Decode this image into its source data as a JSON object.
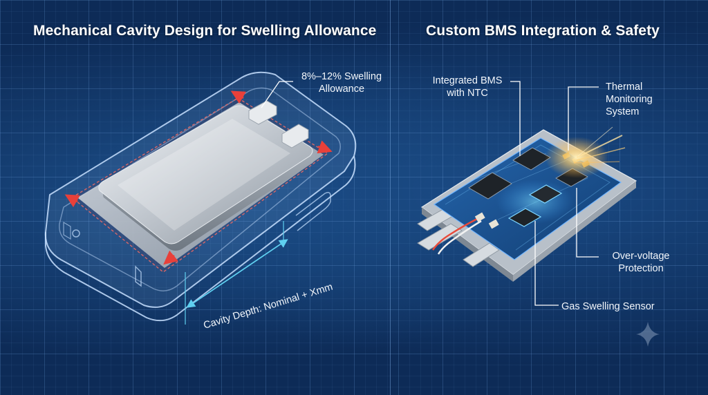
{
  "left_panel": {
    "title": "Mechanical Cavity Design for Swelling Allowance",
    "swelling_label_line1": "8%–12% Swelling",
    "swelling_label_line2": "Allowance",
    "cavity_depth_label": "Cavity Depth: Nominal + Xmm"
  },
  "right_panel": {
    "title": "Custom BMS Integration & Safety",
    "bms_label_line1": "Integrated BMS",
    "bms_label_line2": "with NTC",
    "thermal_label_line1": "Thermal",
    "thermal_label_line2": "Monitoring",
    "thermal_label_line3": "System",
    "overvoltage_label_line1": "Over-voltage",
    "overvoltage_label_line2": "Protection",
    "gas_label": "Gas Swelling Sensor"
  },
  "colors": {
    "background": "#0d2b57",
    "grid": "#6ea0dc",
    "arrow_red": "#e8403a",
    "dimension_cyan": "#5fd0f0",
    "pcb_blue": "#1a4f8f",
    "glow": "#ffd27a"
  }
}
